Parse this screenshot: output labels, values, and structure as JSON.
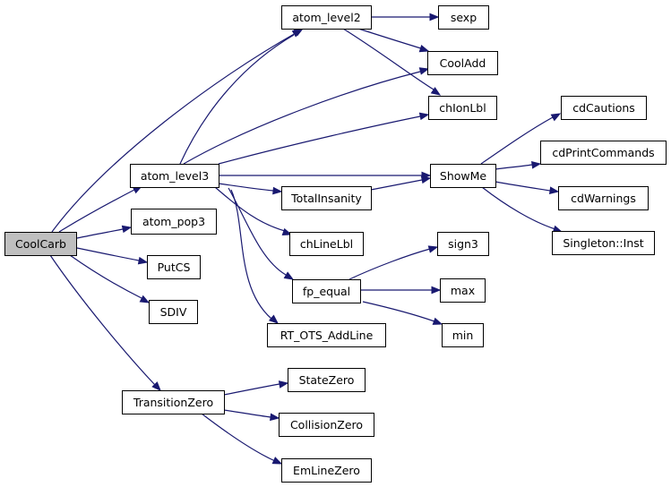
{
  "graph": {
    "root": "CoolCarb",
    "nodes": [
      {
        "id": "n0",
        "label": "CoolCarb",
        "root": true
      },
      {
        "id": "n1",
        "label": "atom_level2"
      },
      {
        "id": "n2",
        "label": "sexp"
      },
      {
        "id": "n3",
        "label": "CoolAdd"
      },
      {
        "id": "n4",
        "label": "chIonLbl"
      },
      {
        "id": "n5",
        "label": "atom_level3"
      },
      {
        "id": "n6",
        "label": "ShowMe"
      },
      {
        "id": "n7",
        "label": "cdCautions"
      },
      {
        "id": "n8",
        "label": "cdPrintCommands"
      },
      {
        "id": "n9",
        "label": "cdWarnings"
      },
      {
        "id": "n10",
        "label": "Singleton::Inst"
      },
      {
        "id": "n11",
        "label": "TotalInsanity"
      },
      {
        "id": "n12",
        "label": "chLineLbl"
      },
      {
        "id": "n13",
        "label": "fp_equal"
      },
      {
        "id": "n14",
        "label": "sign3"
      },
      {
        "id": "n15",
        "label": "max"
      },
      {
        "id": "n16",
        "label": "min"
      },
      {
        "id": "n17",
        "label": "RT_OTS_AddLine"
      },
      {
        "id": "n18",
        "label": "atom_pop3"
      },
      {
        "id": "n19",
        "label": "PutCS"
      },
      {
        "id": "n20",
        "label": "SDIV"
      },
      {
        "id": "n21",
        "label": "TransitionZero"
      },
      {
        "id": "n22",
        "label": "StateZero"
      },
      {
        "id": "n23",
        "label": "CollisionZero"
      },
      {
        "id": "n24",
        "label": "EmLineZero"
      }
    ],
    "edges": [
      {
        "from": "n0",
        "to": "n1"
      },
      {
        "from": "n0",
        "to": "n5"
      },
      {
        "from": "n0",
        "to": "n18"
      },
      {
        "from": "n0",
        "to": "n19"
      },
      {
        "from": "n0",
        "to": "n20"
      },
      {
        "from": "n0",
        "to": "n21"
      },
      {
        "from": "n1",
        "to": "n2"
      },
      {
        "from": "n1",
        "to": "n3"
      },
      {
        "from": "n1",
        "to": "n4"
      },
      {
        "from": "n5",
        "to": "n1"
      },
      {
        "from": "n5",
        "to": "n3"
      },
      {
        "from": "n5",
        "to": "n4"
      },
      {
        "from": "n5",
        "to": "n6"
      },
      {
        "from": "n5",
        "to": "n11"
      },
      {
        "from": "n5",
        "to": "n12"
      },
      {
        "from": "n5",
        "to": "n13"
      },
      {
        "from": "n5",
        "to": "n17"
      },
      {
        "from": "n6",
        "to": "n7"
      },
      {
        "from": "n6",
        "to": "n8"
      },
      {
        "from": "n6",
        "to": "n9"
      },
      {
        "from": "n6",
        "to": "n10"
      },
      {
        "from": "n11",
        "to": "n6"
      },
      {
        "from": "n13",
        "to": "n14"
      },
      {
        "from": "n13",
        "to": "n15"
      },
      {
        "from": "n13",
        "to": "n16"
      },
      {
        "from": "n21",
        "to": "n22"
      },
      {
        "from": "n21",
        "to": "n23"
      },
      {
        "from": "n21",
        "to": "n24"
      }
    ],
    "colors": {
      "edge": "#191970",
      "node_border": "#000000",
      "node_fill": "#ffffff",
      "root_fill": "#bfbfbf",
      "text": "#000000"
    }
  }
}
